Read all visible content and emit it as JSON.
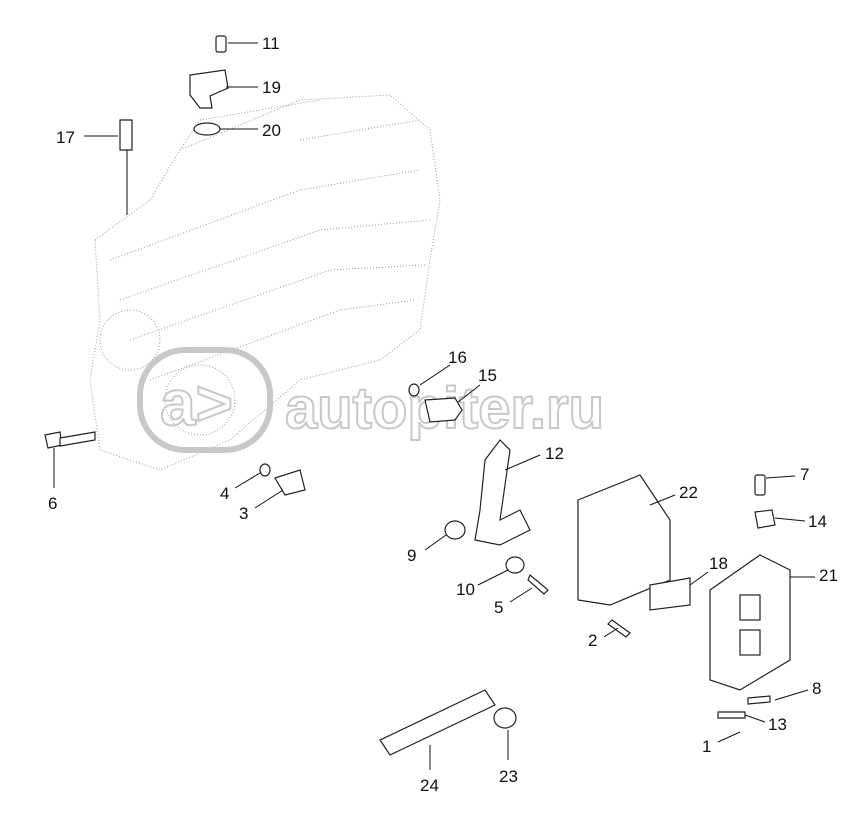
{
  "diagram": {
    "watermark": "autopiter.ru",
    "labels": [
      "11",
      "19",
      "20",
      "17",
      "16",
      "15",
      "12",
      "22",
      "7",
      "14",
      "21",
      "18",
      "9",
      "10",
      "5",
      "2",
      "8",
      "13",
      "1",
      "6",
      "4",
      "3",
      "24",
      "23"
    ]
  }
}
